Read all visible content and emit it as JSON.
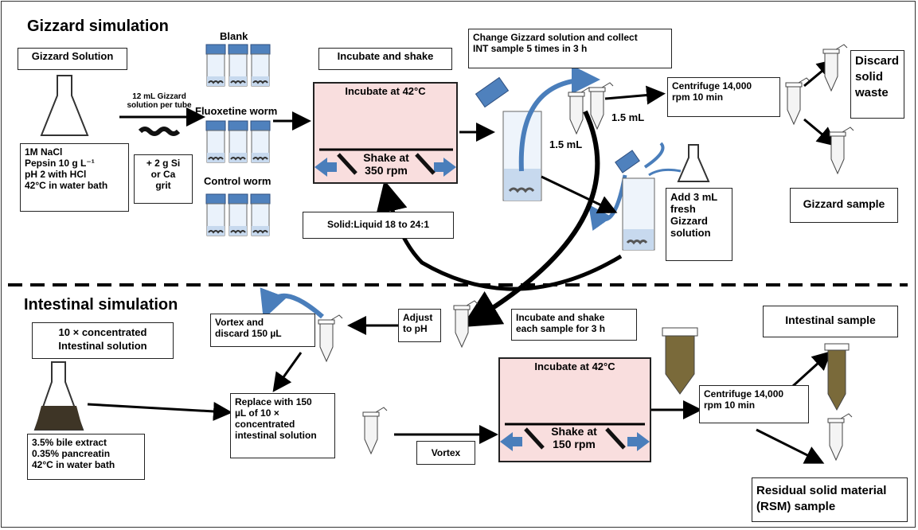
{
  "titles": {
    "gizzard": "Gizzard simulation",
    "intestinal": "Intestinal simulation"
  },
  "gizzard": {
    "solution_label": "Gizzard Solution",
    "solution_lines": [
      "1M NaCl",
      "Pepsin 10 g L⁻¹",
      "pH 2 with HCl",
      "42°C in water bath"
    ],
    "per_tube": "12 mL Gizzard\nsolution per tube",
    "grit": "+ 2 g Si\nor Ca\ngrit",
    "blank": "Blank",
    "fluoxetine": "Fluoxetine worm",
    "control": "Control worm",
    "incubate_shake": "Incubate and shake",
    "incubate_temp": "Incubate at 42°C",
    "shake": "Shake at\n350 rpm",
    "ratio": "Solid:Liquid 18 to 24:1",
    "change": "Change Gizzard solution and collect\nINT sample 5 times in 3 h",
    "vol_a": "1.5 mL",
    "vol_b": "1.5 mL",
    "add_fresh": "Add 3 mL\nfresh\nGizzard\nsolution",
    "centrifuge": "Centrifuge 14,000\nrpm 10 min",
    "discard": "Discard\nsolid\nwaste",
    "sample": "Gizzard sample"
  },
  "intestinal": {
    "concentrated": "10 × concentrated\nIntestinal solution",
    "solution_lines": [
      "3.5% bile extract",
      "0.35% pancreatin",
      "42°C in water bath"
    ],
    "vortex_discard": "Vortex and\ndiscard 150 µL",
    "adjust": "Adjust\nto pH",
    "incubate_each": "Incubate and shake\neach sample for 3 h",
    "replace": "Replace with 150\nµL of 10 ×\nconcentrated\nintestinal solution",
    "vortex": "Vortex",
    "incubate_temp": "Incubate at 42°C",
    "shake": "Shake at\n150 rpm",
    "centrifuge": "Centrifuge 14,000\nrpm 10 min",
    "sample": "Intestinal sample",
    "rsm": "Residual solid material\n(RSM) sample"
  },
  "colors": {
    "arrow_blue": "#4a7ebb",
    "incubator_pink": "#f9dede",
    "tube_cap": "#4f81bd",
    "intestinal_fluid": "#7a6a3a",
    "gizzard_fluid": "#c7d9ee"
  }
}
